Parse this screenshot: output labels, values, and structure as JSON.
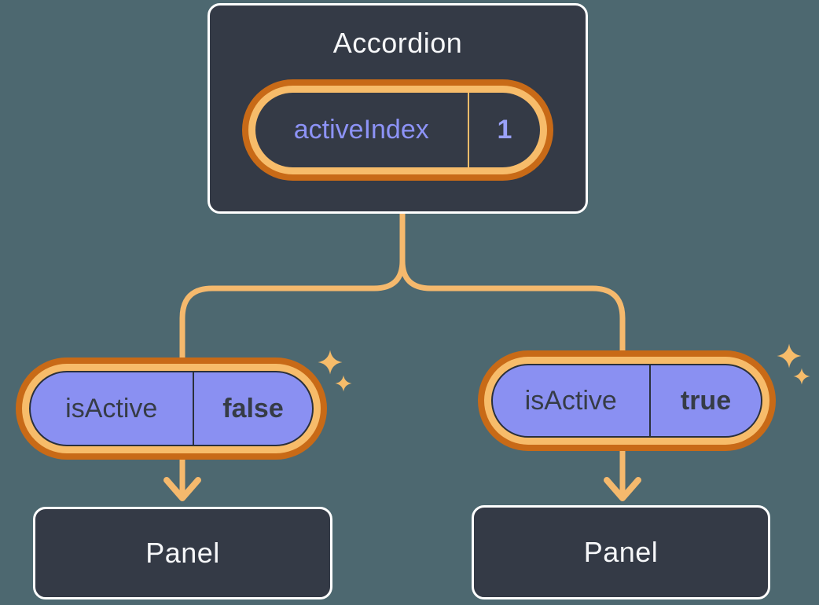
{
  "diagram_type": "component-tree",
  "colors": {
    "background": "#4D6870",
    "card_fill": "#343A46",
    "card_border": "#FFFFFF",
    "card_text": "#F6F7F9",
    "ring_outer_orange": "#C86A17",
    "ring_inner_orange": "#F7BC6A",
    "connector_orange": "#F5B96D",
    "sparkle_orange": "#F7BC6A",
    "pill_purple_fill": "#8A90F2",
    "purple_text": "#8D93F7",
    "dark_text": "#363C46",
    "dark_outline": "#2A303B"
  },
  "accordion": {
    "title": "Accordion",
    "state_pill": {
      "name": "activeIndex",
      "value": "1"
    }
  },
  "children": [
    {
      "prop_pill": {
        "name": "isActive",
        "value": "false"
      },
      "panel": {
        "title": "Panel"
      }
    },
    {
      "prop_pill": {
        "name": "isActive",
        "value": "true"
      },
      "panel": {
        "title": "Panel"
      }
    }
  ]
}
